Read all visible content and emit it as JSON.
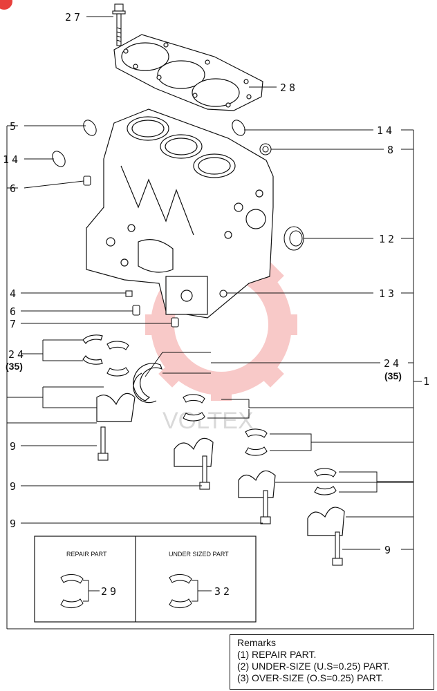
{
  "callouts": {
    "c27": "27",
    "c28": "28",
    "c5": "5",
    "c14a": "14",
    "c14b": "14",
    "c8": "8",
    "c6a": "6",
    "c12": "12",
    "c13": "13",
    "c4": "4",
    "c6b": "6",
    "c7": "7",
    "c24a": "24",
    "c24b": "24",
    "c9a": "9",
    "c9b": "9",
    "c9c": "9",
    "c9d": "9",
    "c1": "1",
    "c29": "29",
    "c32": "32"
  },
  "subnotes": {
    "n35a": "(35)",
    "n35b": "(35)"
  },
  "inset": {
    "repair_title": "REPAIR PART",
    "undersize_title": "UNDER SIZED PART"
  },
  "remarks": {
    "title": "Remarks",
    "line1": "(1) REPAIR PART.",
    "line2": "(2) UNDER-SIZE (U.S=0.25) PART.",
    "line3": "(3) OVER-SIZE (O.S=0.25) PART."
  },
  "watermark": {
    "text": "VOLTEX",
    "color": "#e8403c"
  }
}
